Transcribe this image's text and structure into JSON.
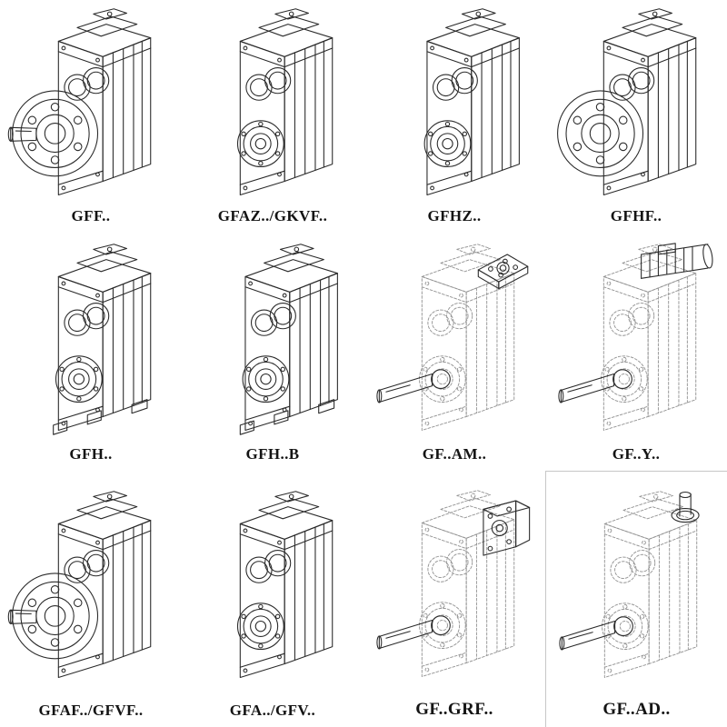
{
  "page": {
    "background": "#ffffff",
    "line_color": "#2a2a2a",
    "phantom_line_color": "#949494"
  },
  "grid": {
    "columns": 4,
    "rows": 3,
    "items": [
      {
        "label": "GFF..",
        "drawing": "gearbox-output-flange-solid-shaft-icon"
      },
      {
        "label": "GFAZ../GKVF..",
        "drawing": "gearbox-hollow-shaft-icon"
      },
      {
        "label": "GFHZ..",
        "drawing": "gearbox-hollow-shaft-icon"
      },
      {
        "label": "GFHF..",
        "drawing": "gearbox-hollow-shaft-flange-icon"
      },
      {
        "label": "GFH..",
        "drawing": "gearbox-hollow-shaft-foot-mounted-icon"
      },
      {
        "label": "GFH..B",
        "drawing": "gearbox-hollow-shaft-foot-mounted-icon"
      },
      {
        "label": "GF..AM..",
        "drawing": "gearbox-phantom-iec-adapter-flange-icon"
      },
      {
        "label": "GF..Y..",
        "drawing": "gearbox-phantom-mounted-motor-icon"
      },
      {
        "label": "GFAF../GFVF..",
        "drawing": "gearbox-output-flange-solid-shaft-icon"
      },
      {
        "label": "GFA../GFV..",
        "drawing": "gearbox-hollow-shaft-icon"
      },
      {
        "label": "GF..GRF..",
        "drawing": "gearbox-phantom-input-adapter-block-icon"
      },
      {
        "label": "GF..AD..",
        "drawing": "gearbox-phantom-free-input-shaft-icon"
      }
    ]
  }
}
